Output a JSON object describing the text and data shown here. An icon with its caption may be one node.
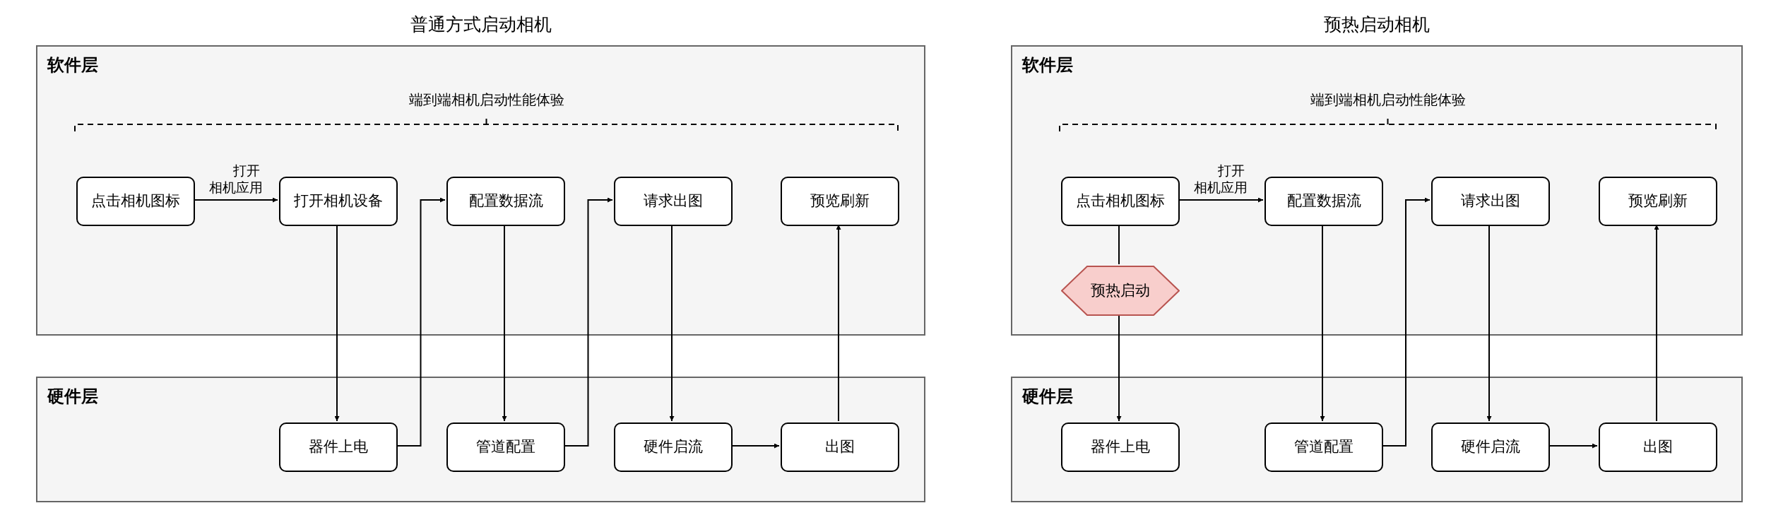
{
  "diagram": {
    "nodes": [
      {
        "text": [
          "软件层"
        ]
      },
      {
        "text": [
          "硬件层"
        ]
      },
      {
        "text": [
          "点击相机图标"
        ],
        "in": 0
      },
      {
        "text": [
          "打开相机设备"
        ],
        "in": 0
      },
      {
        "text": [
          "配置数据流"
        ],
        "in": 0
      },
      {
        "text": [
          "请求出图"
        ],
        "in": 0
      },
      {
        "text": [
          "预览刷新"
        ],
        "in": 0
      },
      {
        "text": [
          "器件上电"
        ],
        "in": 1
      },
      {
        "text": [
          "管道配置"
        ],
        "in": 1
      },
      {
        "text": [
          "硬件启流"
        ],
        "in": 1
      },
      {
        "text": [
          "出图"
        ],
        "in": 1
      },
      {
        "text": [
          "软件层"
        ]
      },
      {
        "text": [
          "硬件层"
        ]
      },
      {
        "text": [
          "点击相机图标"
        ],
        "in": 11
      },
      {
        "text": [
          "配置数据流"
        ],
        "in": 11
      },
      {
        "text": [
          "请求出图"
        ],
        "in": 11
      },
      {
        "text": [
          "预览刷新"
        ],
        "in": 11
      },
      {
        "text": [
          "预热启动"
        ],
        "in": 11
      },
      {
        "text": [
          "器件上电"
        ],
        "in": 12
      },
      {
        "text": [
          "管道配置"
        ],
        "in": 12
      },
      {
        "text": [
          "硬件启流"
        ],
        "in": 12
      },
      {
        "text": [
          "出图"
        ],
        "in": 12
      }
    ],
    "edges": [
      {
        "from": 2,
        "to": 3,
        "arrow": "to",
        "label": "打开相机应用"
      },
      {
        "from": 3,
        "to": 7,
        "arrow": "to"
      },
      {
        "from": 7,
        "to": 4,
        "arrow": "to"
      },
      {
        "from": 4,
        "to": 8,
        "arrow": "to"
      },
      {
        "from": 8,
        "to": 5,
        "arrow": "to"
      },
      {
        "from": 5,
        "to": 9,
        "arrow": "to"
      },
      {
        "from": 9,
        "to": 10,
        "arrow": "to"
      },
      {
        "from": 10,
        "to": 6,
        "arrow": "to"
      },
      {
        "from": 13,
        "to": 14,
        "arrow": "to",
        "label": "打开相机应用"
      },
      {
        "from": 13,
        "to": 17,
        "arrow": "none"
      },
      {
        "from": 17,
        "to": 18,
        "arrow": "to"
      },
      {
        "from": 14,
        "to": 19,
        "arrow": "to"
      },
      {
        "from": 19,
        "to": 15,
        "arrow": "to"
      },
      {
        "from": 15,
        "to": 20,
        "arrow": "to"
      },
      {
        "from": 20,
        "to": 21,
        "arrow": "to"
      },
      {
        "from": 21,
        "to": 16,
        "arrow": "to"
      }
    ],
    "labels": [
      "普通方式启动相机",
      "端到端相机启动性能体验",
      "预热启动相机",
      "端到端相机启动性能体验"
    ]
  }
}
